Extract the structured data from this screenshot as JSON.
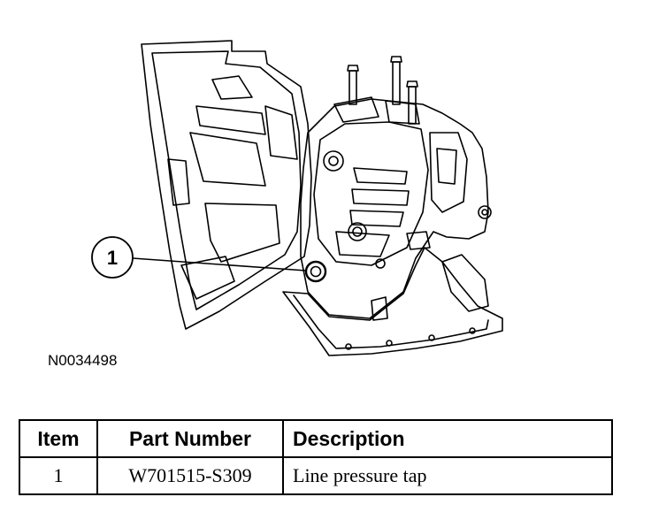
{
  "callout": {
    "number": "1"
  },
  "figure": {
    "id": "N0034498"
  },
  "table": {
    "headers": {
      "item": "Item",
      "part_number": "Part Number",
      "description": "Description"
    },
    "rows": [
      {
        "item": "1",
        "part_number": "W701515-S309",
        "description": "Line pressure tap"
      }
    ]
  }
}
